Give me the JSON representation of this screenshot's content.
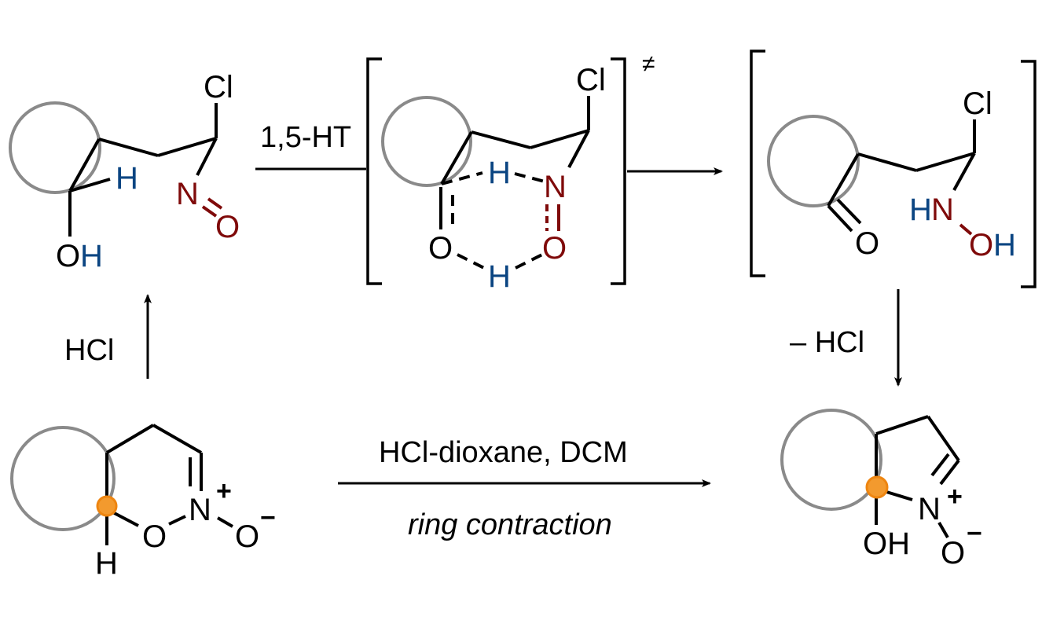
{
  "diagram": {
    "type": "reaction-scheme",
    "colors": {
      "bond": "#000000",
      "ring": "#8a8a8a",
      "hydrogen_highlight": "#0b4582",
      "nitroso_highlight": "#7f0a0a",
      "reactive_center": "#f39a2e"
    },
    "structures": {
      "chloronitroso_alcohol": {
        "atoms": {
          "cl": "Cl",
          "h": "H",
          "n": "N",
          "o": "O",
          "oh_o": "O",
          "oh_h": "H"
        }
      },
      "transition_state": {
        "atoms": {
          "cl": "Cl",
          "h_top": "H",
          "n": "N",
          "o_right": "O",
          "o_left": "O",
          "h_bottom": "H"
        },
        "mark": "≠"
      },
      "keto_hydroxylamine": {
        "atoms": {
          "cl": "Cl",
          "hn_h": "H",
          "hn_n": "N",
          "oh_o": "O",
          "oh_h": "H",
          "ketone_o": "O"
        }
      },
      "oxazine_n_oxide": {
        "atoms": {
          "h": "H",
          "ring_o": "O",
          "n": "N",
          "plus": "+",
          "o": "O",
          "minus": "−"
        }
      },
      "nitrone_product": {
        "atoms": {
          "oh": "OH",
          "n": "N",
          "plus": "+",
          "o": "O",
          "minus": "−"
        }
      }
    },
    "arrows": {
      "hat_step": {
        "label": "1,5-HT"
      },
      "hcl_addition": {
        "label": "HCl"
      },
      "hcl_elimination": {
        "label": "– HCl"
      },
      "ring_contraction": {
        "label_top": "HCl-dioxane, DCM",
        "label_bottom": "ring contraction"
      }
    }
  }
}
